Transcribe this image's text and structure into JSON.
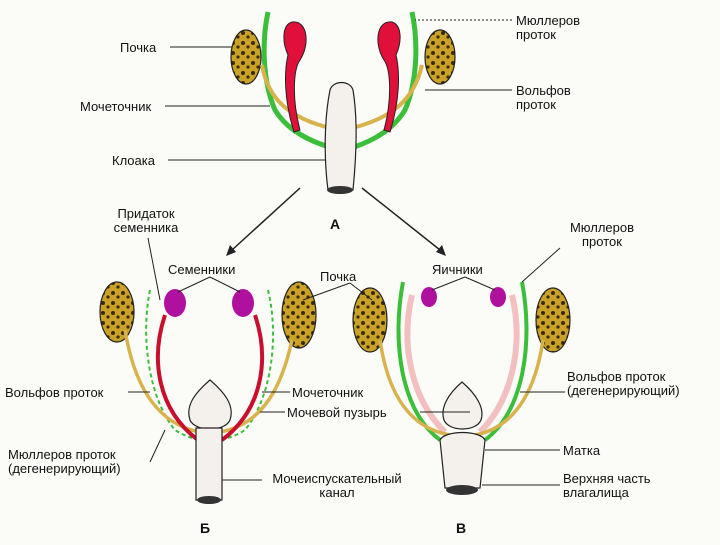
{
  "labels": {
    "top_kidney": "Почка",
    "top_ureter": "Мочеточник",
    "top_cloaca": "Клоака",
    "top_muller": [
      "Мюллеров",
      "проток"
    ],
    "top_wolff": [
      "Вольфов",
      "проток"
    ],
    "epididymis": [
      "Придаток",
      "семенника"
    ],
    "testes": "Семенники",
    "mid_kidney": "Почка",
    "ovaries": "Яичники",
    "right_muller": [
      "Мюллеров",
      "проток"
    ],
    "left_wolff": "Вольфов проток",
    "left_muller": [
      "Мюллеров проток",
      "(дегенерирующий)"
    ],
    "mid_ureter": "Мочеточник",
    "bladder": "Мочевой пузырь",
    "urethra": [
      "Мочеиспускательный",
      "канал"
    ],
    "right_wolff": [
      "Вольфов проток",
      "(дегенерирующий)"
    ],
    "uterus": "Матка",
    "vagina": [
      "Верхняя часть",
      "влагалища"
    ]
  },
  "panel_letters": {
    "top": "А",
    "male": "Б",
    "female": "В"
  },
  "colors": {
    "kidney": "#c9a227",
    "gonad_indifferent": "#e0103a",
    "testis": "#b0109e",
    "wolff_duct": "#d8b24a",
    "muller_duct": "#3bbf3b",
    "muller_degenerating": "#f2c0c0",
    "vas_deferens": "#c8102e"
  }
}
